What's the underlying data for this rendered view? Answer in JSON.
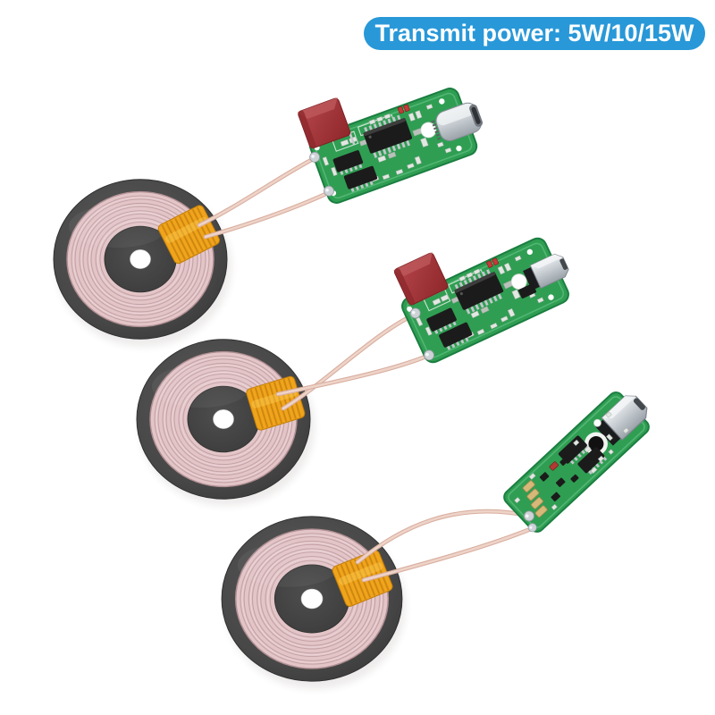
{
  "banner": {
    "label": "Transmit power: 5W/10/15W"
  },
  "colors": {
    "page_bg": "#ffffff",
    "banner_bg": "#2898d8",
    "banner_text": "#ffffff",
    "winding_pink": "#e3c5c8",
    "winding_line": "#bb989c",
    "center_hole": "#ffffff",
    "tape_orange": "#f0a41c",
    "tape_stripe": "#c8820e",
    "wire_pink": "#eed3c8",
    "wire_pink_dark": "#d8ae9f",
    "pcb_green": "#2f9e52",
    "pcb_edge": "#1b7e41",
    "pcb_silk": "#e9f2ea",
    "ic_black": "#1b1b1b",
    "ic_leg": "#c2c7cb",
    "pad_light": "#e3e7e2",
    "switch_red": "#a23336",
    "cap_tan": "#d6b878"
  },
  "modules": [
    {
      "name": "coil-module-1",
      "connector": "USB-C",
      "has_red_switch": true
    },
    {
      "name": "coil-module-2",
      "connector": "Micro-USB",
      "has_red_switch": true
    },
    {
      "name": "coil-module-3",
      "connector": "Micro-USB",
      "has_red_switch": false
    }
  ]
}
